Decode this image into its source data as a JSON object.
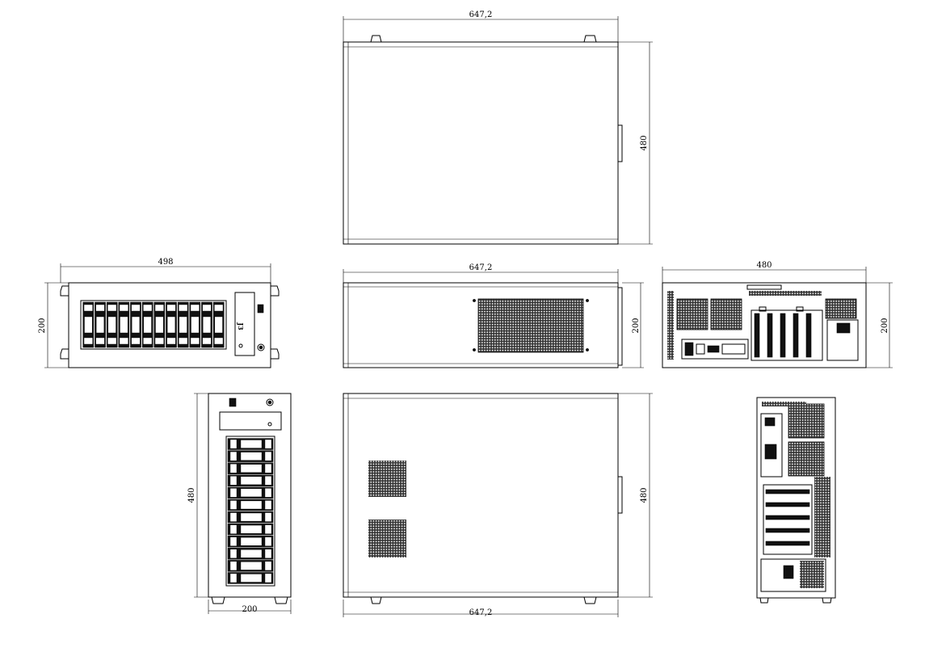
{
  "drawing": {
    "views": {
      "top": {
        "width_label": "647,2",
        "height_label": "480"
      },
      "front": {
        "width_label": "498",
        "height_label": "200",
        "badge_text": "J3"
      },
      "side": {
        "width_label": "647,2",
        "height_label": "200"
      },
      "rear": {
        "width_label": "480",
        "height_label": "200"
      },
      "front_vertical": {
        "width_label": "200",
        "height_label": "480"
      },
      "side_vertical": {
        "width_label": "647,2",
        "height_label": "480"
      }
    },
    "drive_bays": 12
  }
}
